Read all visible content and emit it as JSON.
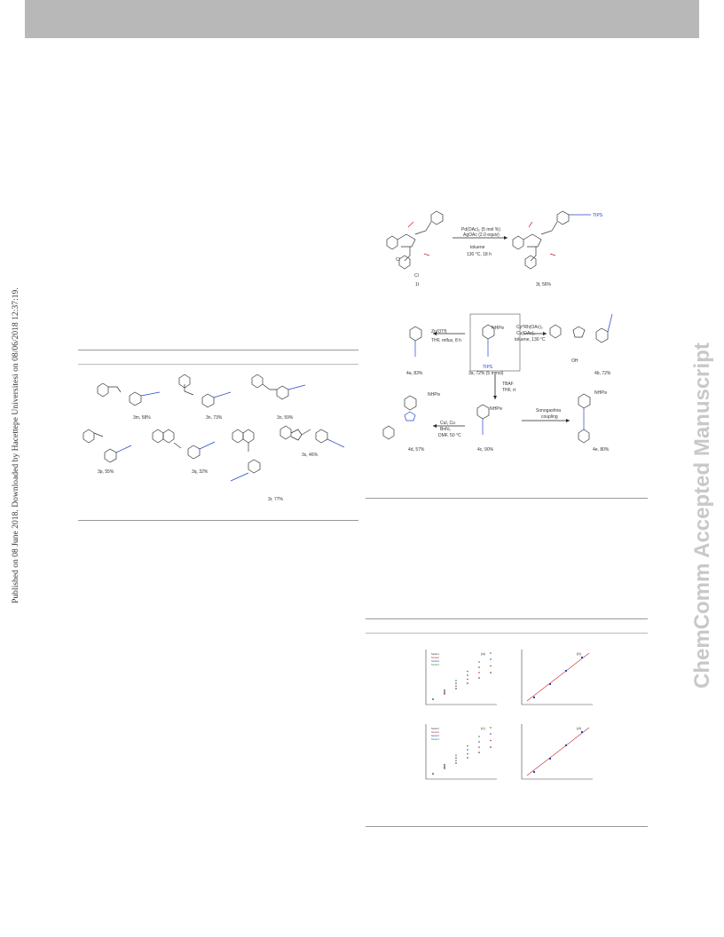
{
  "side_note": "Published on 08 June 2018. Downloaded by Hacettepe Universitesi on 08/06/2018 12:37:19.",
  "watermark": "ChemComm Accepted Manuscript",
  "table_products": [
    {
      "label": "3m, 58%"
    },
    {
      "label": "3n, 73%"
    },
    {
      "label": "3o, 59%"
    },
    {
      "label": "3p, 55%"
    },
    {
      "label": "3q, 32%"
    },
    {
      "label": "3r, 77%"
    },
    {
      "label": "3s, 46%"
    }
  ],
  "scheme_top": {
    "reactant": "1t",
    "conditions": [
      "Pd(OAc)₂ (5 mol %)",
      "AgOAc (2.0 equiv)",
      "toluene",
      "130 °C, 18 h"
    ],
    "product": "3t, 56%",
    "tips": "TIPS",
    "cl_top": "Cl",
    "cl_bottom": "Cl"
  },
  "scheme_bottom": {
    "center": "3a, 72% (5 mmol)",
    "npiv": "NHPiv",
    "tips": "TIPS",
    "left_product": "4a, 83%",
    "left_conditions": [
      "Zn(OTf)",
      "THF, reflux, 8 h"
    ],
    "right_product": "4b, 72%",
    "right_conditions": [
      "Cp*Rh(OAc)₂",
      "Cu(OAc)₂",
      "toluene, 130 °C"
    ],
    "right_acid": "OH",
    "down_conditions": [
      "TBAF",
      "THF, rt"
    ],
    "middle_product": "4c, 90%",
    "cycloadd_conditions": [
      "CuI, Cu",
      "BnN₃",
      "DMF, 50 °C"
    ],
    "cyclo_product": "4d, 57%",
    "sonogashira_conditions": [
      "Sonogashira",
      "coupling"
    ],
    "sono_product": "4e, 80%",
    "nhpiv_label": "NHPiv"
  },
  "kinetics": {
    "chart_data": [
      {
        "type": "scatter",
        "legend": [
          "Series1",
          "Series2",
          "Series3",
          "Series4"
        ],
        "panel": "(a)"
      },
      {
        "type": "scatter",
        "panel": "(b)"
      },
      {
        "type": "scatter",
        "legend": [
          "Series1",
          "Series2",
          "Series3",
          "Series4"
        ],
        "panel": "(c)"
      },
      {
        "type": "scatter",
        "panel": "(d)"
      }
    ]
  }
}
